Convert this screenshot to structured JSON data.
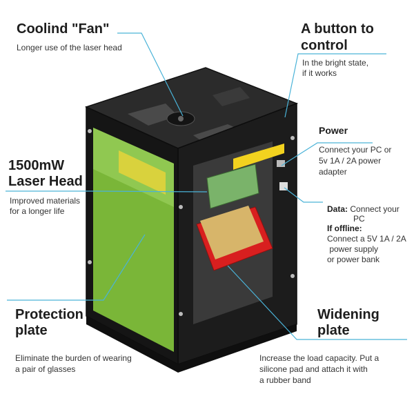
{
  "callouts": {
    "fan": {
      "title": "Coolind \"Fan\"",
      "desc": "Longer use of the laser head"
    },
    "button": {
      "title_line1": "A button to",
      "title_line2": "control",
      "desc_line1": "In the bright state,",
      "desc_line2": "if it works"
    },
    "power": {
      "title": "Power",
      "desc_line1": "Connect your PC or",
      "desc_line2": "5v 1A / 2A power",
      "desc_line3": "adapter"
    },
    "laser": {
      "title_line1": "1500mW",
      "title_line2": "Laser Head",
      "desc_line1": "Improved materials",
      "desc_line2": "for a longer life"
    },
    "data": {
      "label": "Data:",
      "desc_line1": "Connect your",
      "desc_line2": "PC",
      "offline_label": "If offline:",
      "offline_line1": "Connect a 5V 1A / 2A",
      "offline_line2": " power supply",
      "offline_line3": "or power bank"
    },
    "protection": {
      "title_line1": "Protection",
      "title_line2": "plate",
      "desc_line1": "Eliminate the burden of wearing",
      "desc_line2": "a pair of glasses"
    },
    "widening": {
      "title_line1": "Widening",
      "title_line2": "plate",
      "desc_line1": "Increase the load capacity. Put a",
      "desc_line2": "silicone pad and attach it with",
      "desc_line3": "a rubber band"
    }
  },
  "colors": {
    "leader_line": "#4ab3d8",
    "body": "#1c1c1c",
    "green_plate": "#7fbf3a",
    "red_bed": "#d81f1f",
    "power_led": "#ff2a2a"
  }
}
